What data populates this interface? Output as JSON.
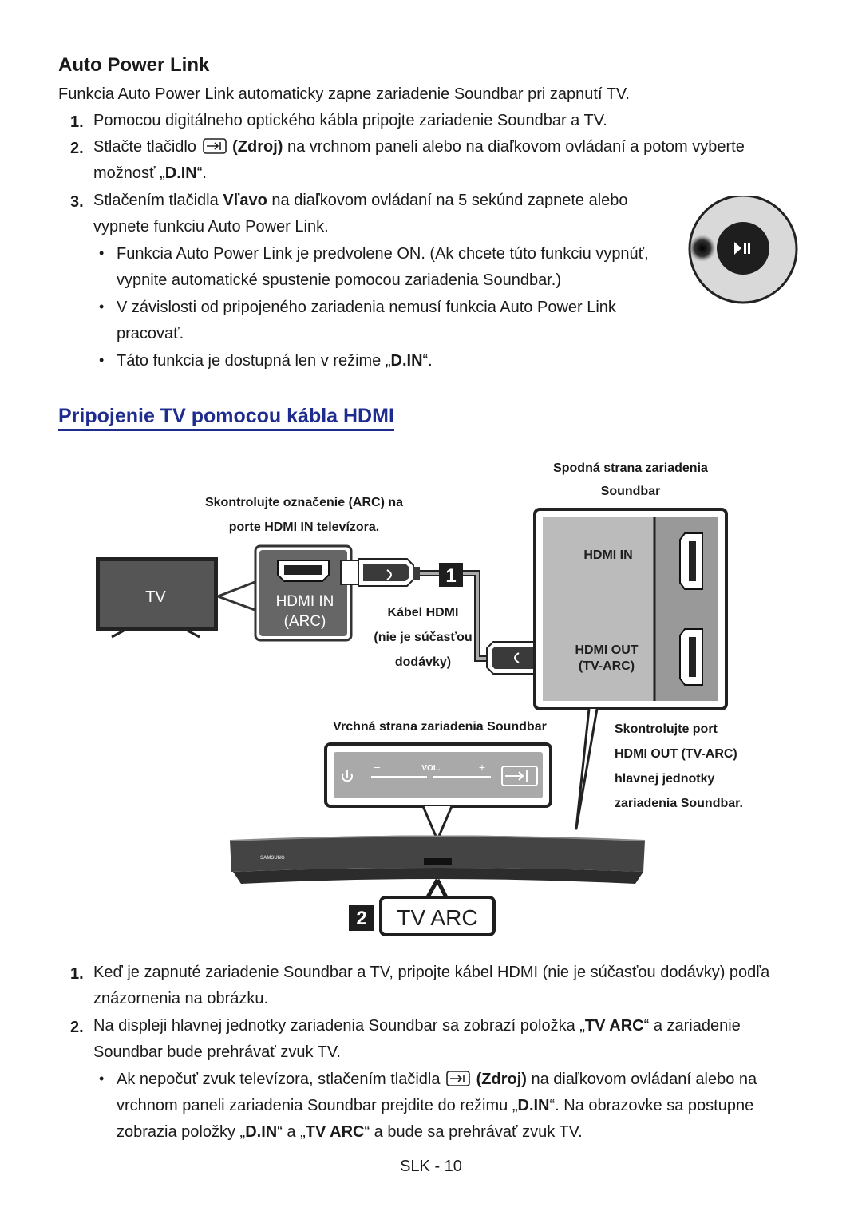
{
  "section1": {
    "title": "Auto Power Link",
    "intro": "Funkcia Auto Power Link automaticky zapne zariadenie Soundbar pri zapnutí TV.",
    "step1": {
      "num": "1.",
      "text": "Pomocou digitálneho optického kábla pripojte zariadenie Soundbar a TV."
    },
    "step2": {
      "num": "2.",
      "pre": "Stlačte tlačidlo",
      "bold": "(Zdroj)",
      "post": "na vrchnom paneli alebo na diaľkovom ovládaní a potom vyberte",
      "line2_pre": "možnosť „",
      "line2_bold": "D.IN",
      "line2_post": "“."
    },
    "step3": {
      "num": "3.",
      "pre": "Stlačením tlačidla",
      "bold": "Vľavo",
      "post": "na diaľkovom ovládaní na 5 sekúnd zapnete alebo",
      "line2": "vypnete funkciu Auto Power Link."
    },
    "bullet1": {
      "line1": "Funkcia Auto Power Link je predvolene ON. (Ak chcete túto funkciu vypnúť,",
      "line2": "vypnite automatické spustenie pomocou zariadenia Soundbar.)"
    },
    "bullet2": {
      "line1": "V závislosti od pripojeného zariadenia nemusí funkcia Auto Power Link",
      "line2": "pracovať."
    },
    "bullet3": {
      "pre": "Táto funkcia je dostupná len v režime „",
      "bold": "D.IN",
      "post": "“."
    },
    "bullet_symbol": "•"
  },
  "section2": {
    "title": "Pripojenie TV pomocou kábla HDMI"
  },
  "diagram": {
    "tv_label": "TV",
    "arc_note_line1": "Skontrolujte označenie (ARC) na",
    "arc_note_line2": "porte HDMI IN televízora.",
    "tv_port_line1": "HDMI IN",
    "tv_port_line2": "(ARC)",
    "cable_line1": "Kábel HDMI",
    "cable_line2": "(nie je súčasťou",
    "cable_line3": "dodávky)",
    "bottom_side_line1": "Spodná strana zariadenia",
    "bottom_side_line2": "Soundbar",
    "port_hdmi_in": "HDMI IN",
    "port_hdmi_out_line1": "HDMI OUT",
    "port_hdmi_out_line2": "(TV-ARC)",
    "marker1": "1",
    "marker2": "2",
    "top_side_label": "Vrchná strana zariadenia Soundbar",
    "panel_minus": "–",
    "panel_vol": "VOL.",
    "panel_plus": "+",
    "check_line1": "Skontrolujte port",
    "check_line2": "HDMI OUT (TV-ARC)",
    "check_line3": "hlavnej jednotky",
    "check_line4": "zariadenia Soundbar.",
    "display_text": "TV ARC",
    "brand": "SAMSUNG",
    "icons": [
      "tv-icon",
      "hdmi-port-icon",
      "hdmi-cable-icon",
      "power-icon",
      "source-icon",
      "play-pause-icon"
    ]
  },
  "section3": {
    "step1": {
      "num": "1.",
      "line1": "Keď je zapnuté zariadenie Soundbar a TV, pripojte kábel HDMI (nie je súčasťou dodávky) podľa",
      "line2": "znázornenia na obrázku."
    },
    "step2": {
      "num": "2.",
      "pre": "Na displeji hlavnej jednotky zariadenia Soundbar sa zobrazí položka „",
      "bold": "TV ARC",
      "post": "“ a zariadenie",
      "line2": "Soundbar bude prehrávať zvuk TV."
    },
    "bullet": {
      "pre": "Ak nepočuť zvuk televízora, stlačením tlačidla",
      "bold": "(Zdroj)",
      "post": "na diaľkovom ovládaní alebo na",
      "l2_pre": "vrchnom paneli zariadenia Soundbar prejdite do režimu „",
      "l2_bold": "D.IN",
      "l2_post": "“. Na obrazovke sa postupne",
      "l3_pre": "zobrazia položky „",
      "l3_bold1": "D.IN",
      "l3_mid": "“ a „",
      "l3_bold2": "TV ARC",
      "l3_post": "“ a bude sa prehrávať zvuk TV."
    }
  },
  "footer": {
    "page": "SLK - 10"
  }
}
